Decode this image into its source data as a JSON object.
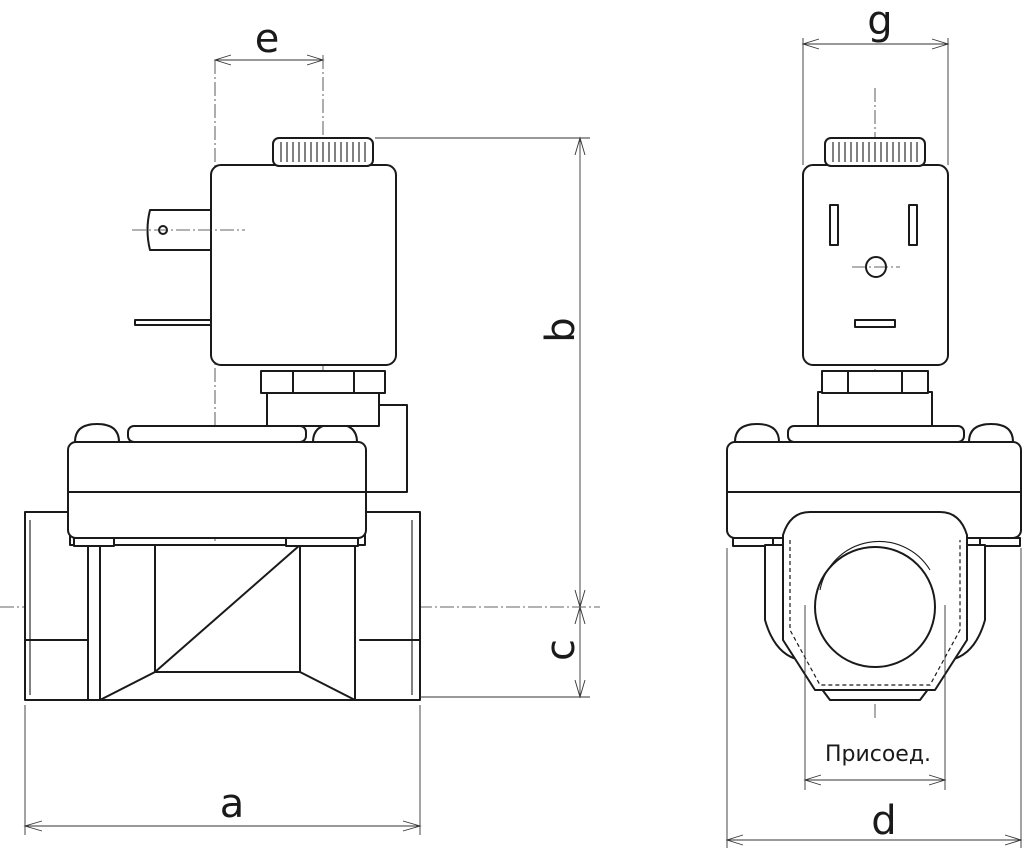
{
  "labels": {
    "a": "a",
    "b": "b",
    "c": "c",
    "d": "d",
    "e": "e",
    "g": "g",
    "connection": "Присоед."
  }
}
